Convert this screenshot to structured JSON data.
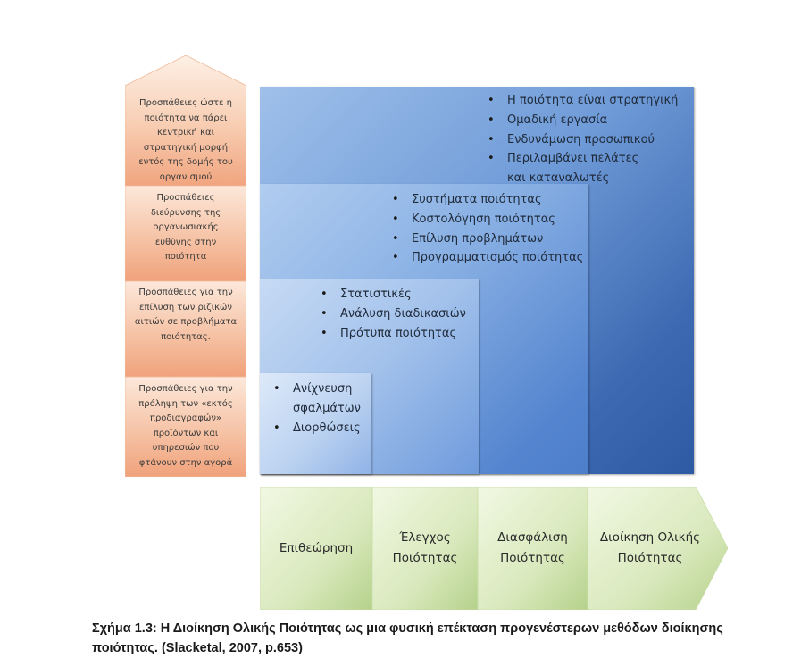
{
  "left_column": {
    "items": [
      "Προσπάθειες ώστε η ποιότητα να πάρει κεντρική και στρατηγική μορφή εντός της δομής του οργανισμού",
      "Προσπάθειες διεύρυνσης της οργανωσιακής ευθύνης στην ποιότητα",
      "Προσπάθειες για την επίλυση των ριζικών αιτιών σε προβλήματα ποιότητας.",
      "Προσπάθειες για την πρόληψη των «εκτός προδιαγραφών» προϊόντων και υπηρεσιών που φτάνουν στην αγορά"
    ]
  },
  "levels": {
    "level4": {
      "bullets": [
        "Η ποιότητα είναι στρατηγική",
        "Ομαδική εργασία",
        "Ενδυνάμωση προσωπικού",
        "Περιλαμβάνει πελάτες και καταναλωτές"
      ]
    },
    "level3": {
      "bullets": [
        "Συστήματα ποιότητας",
        "Κοστολόγηση ποιότητας",
        "Επίλυση προβλημάτων",
        "Προγραμματισμός ποιότητας"
      ]
    },
    "level2": {
      "bullets": [
        "Στατιστικές",
        "Ανάλυση διαδικασιών",
        "Πρότυπα ποιότητας"
      ]
    },
    "level1": {
      "bullets": [
        "Ανίχνευση σφαλμάτων",
        "Διορθώσεις"
      ]
    }
  },
  "stages": [
    "Επιθεώρηση",
    "Έλεγχος Ποιότητας",
    "Διασφάλιση Ποιότητας",
    "Διοίκηση Ολικής Ποιότητας"
  ],
  "caption": "Σχήμα 1.3: Η Διοίκηση Ολικής Ποιότητας ως μια φυσική επέκταση προγενέστερων μεθόδων διοίκησης ποιότητας. (Slacketal, 2007, p.653)",
  "colors": {
    "left_arrow_light": "#fbe3d3",
    "left_arrow_dark": "#f1a37c",
    "box_dark": "#2e5aa3",
    "box_light": "#dde9f9",
    "bottom_arrow_light": "#eff6de",
    "bottom_arrow_dark": "#b7d48e"
  }
}
